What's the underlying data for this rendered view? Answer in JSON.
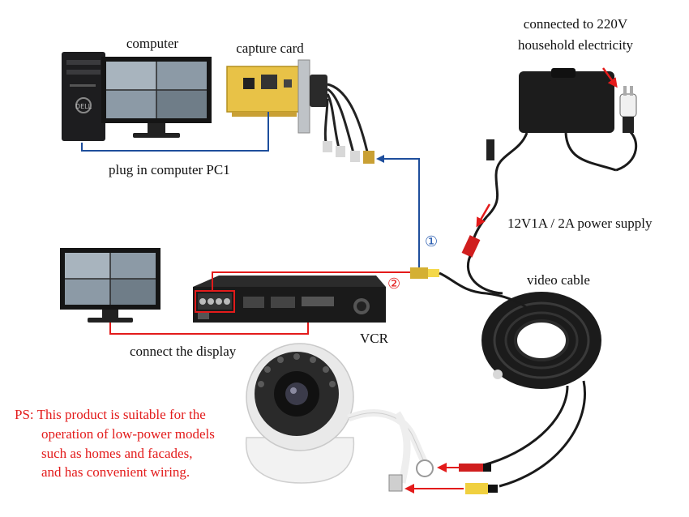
{
  "labels": {
    "computer": "computer",
    "capture_card": "capture card",
    "power_line1": "connected to 220V",
    "power_line2": "household electricity",
    "plug_pc": "plug in computer PC1",
    "power_supply": "12V1A / 2A power supply",
    "video_cable": "video cable",
    "vcr": "VCR",
    "connect_display": "connect the display"
  },
  "markers": {
    "one": "①",
    "two": "②"
  },
  "ps_note": {
    "line1": "PS: This product is suitable for the",
    "line2": "operation of low-power models",
    "line3": "such as homes and facades,",
    "line4": "and has convenient wiring."
  },
  "colors": {
    "blue_line": "#1e4e9c",
    "red_line": "#e31b1b",
    "marker_one": "#2a5db0",
    "marker_two": "#e31b1b"
  }
}
